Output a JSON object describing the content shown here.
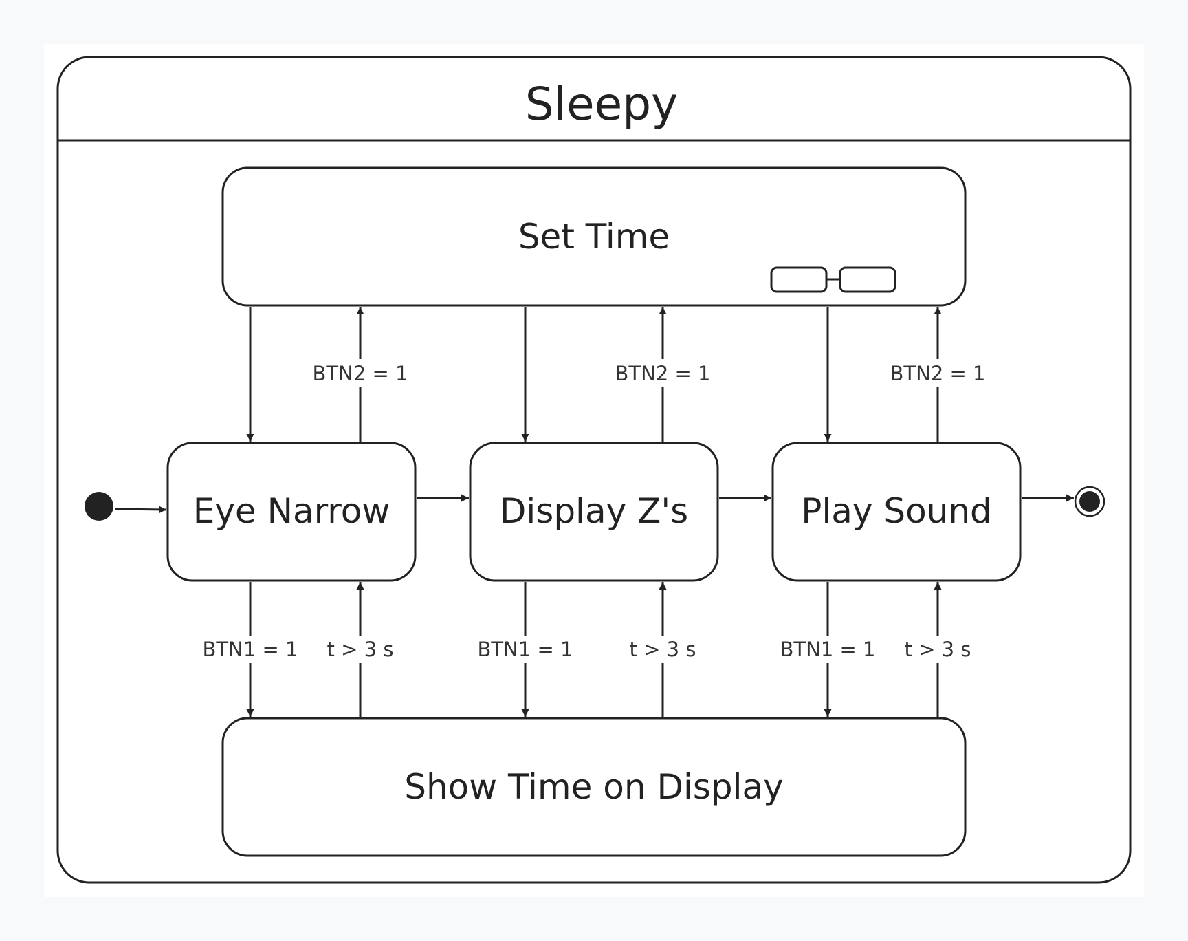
{
  "diagram": {
    "title": "Sleepy",
    "states": {
      "set_time": "Set Time",
      "eye_narrow": "Eye Narrow",
      "display_zs": "Display Z's",
      "play_sound": "Play Sound",
      "show_time": "Show Time on Display"
    },
    "guards": {
      "btn2": "BTN2 = 1",
      "btn1": "BTN1 = 1",
      "timeout": "t > 3 s"
    },
    "colors": {
      "stroke": "#222222",
      "state_fill": "#ffffff",
      "frame_fill": "#ffffff",
      "background": "#f8f9fb"
    }
  }
}
